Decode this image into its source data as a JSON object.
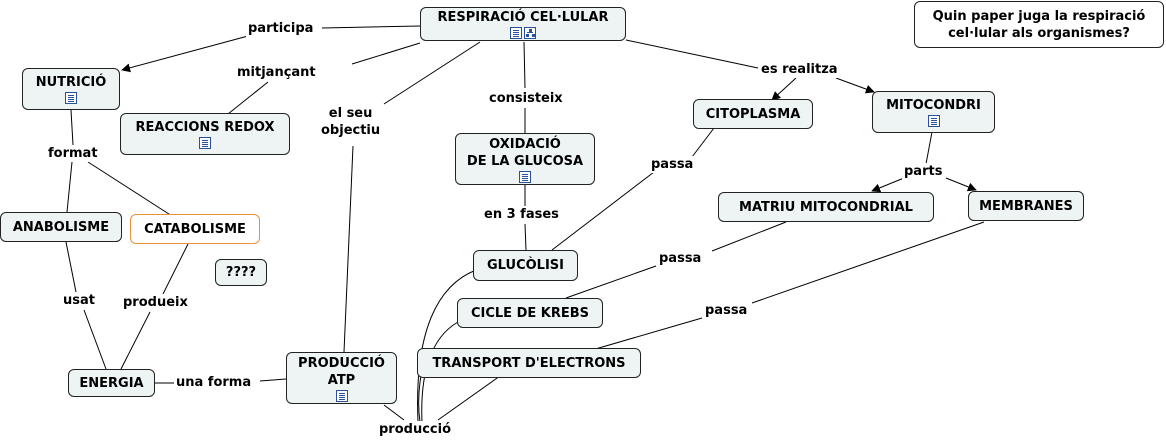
{
  "question": "Quin paper juga la respiració\ncel·lular als organismes?",
  "nodes": {
    "respiracio": "RESPIRACIÓ CEL·LULAR",
    "nutricio": "NUTRICIÓ",
    "reaccions_redox": "REACCIONS REDOX",
    "oxidacio": "OXIDACIÓ\nDE LA GLUCOSA",
    "citoplasma": "CITOPLASMA",
    "mitocondri": "MITOCONDRI",
    "matriu": "MATRIU MITOCONDRIAL",
    "membranes": "MEMBRANES",
    "anabolisme": "ANABOLISME",
    "catabolisme": "CATABOLISME",
    "unknown": "????",
    "glucolisi": "GLUCÒLISI",
    "krebs": "CICLE DE KREBS",
    "transport": "TRANSPORT D'ELECTRONS",
    "energia": "ENERGIA",
    "produccio_atp": "PRODUCCIÓ\nATP"
  },
  "links": {
    "participa": "participa",
    "mitjancant": "mitjançant",
    "el_seu_objectiu": "el seu\nobjectiu",
    "consisteix": "consisteix",
    "es_realitza": "es  realitza",
    "format": "format",
    "passa_1": "passa",
    "parts": "parts",
    "en_3_fases": "en 3 fases",
    "passa_2": "passa",
    "usat": "usat",
    "produeix": "produeix",
    "passa_3": "passa",
    "una_forma": "una forma",
    "produccio": "producció"
  },
  "icons": {
    "document": "document-icon",
    "concept_map": "concept-map-icon"
  },
  "colors": {
    "node_fill": "#eef3f4",
    "node_border": "#222222",
    "highlight_border": "#e8913a",
    "icon_color": "#2a4f9c"
  }
}
